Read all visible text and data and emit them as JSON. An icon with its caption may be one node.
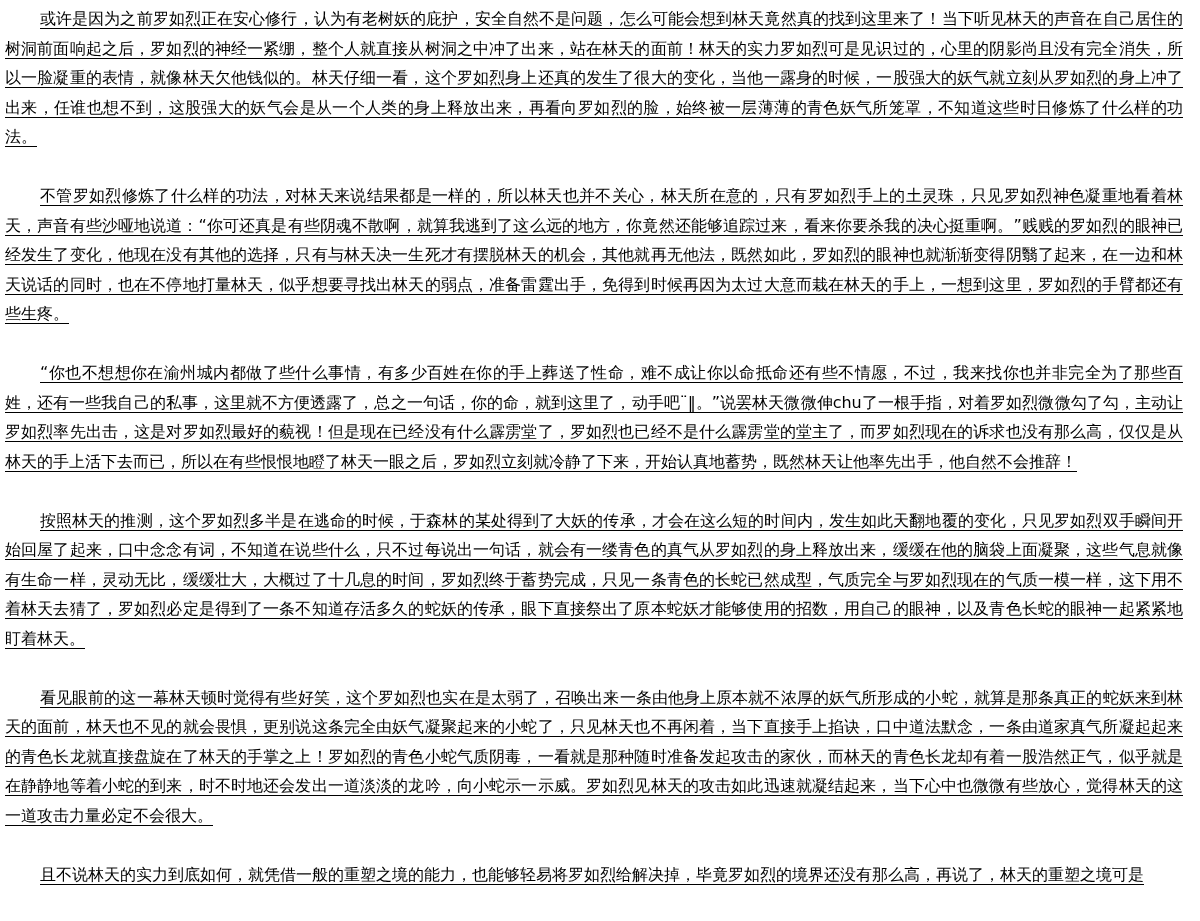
{
  "diagram": {
    "labels": [
      "或许是因为之前罗如烈正在安心修行，认为有老树妖的庇护，安全自然不是问题，怎么可能会想到林天竟然真的找到这里来了！当下听见林天的声音在自己居住的树洞前面响起之后，罗如烈的神经一紧绷，整个人就直接从树洞之中冲了出来，站在林天的面前！林天的实力罗如烈可是见识过的，心里的阴影尚且没有完全消失，所以一脸凝重的表情，就像林天欠他钱似的。林天仔细一看，这个罗如烈身上还真的发生了很大的变化，当他一露身的时候，一股强大的妖气就立刻从罗如烈的身上冲了出来，任谁也想不到，这股强大的妖气会是从一个人类的身上释放出来，再看向罗如烈的脸，始终被一层薄薄的青色妖气所笼罩，不知道这些时日修炼了什么样的功法。",
      "不管罗如烈修炼了什么样的功法，对林天来说结果都是一样的，所以林天也并不关心，林天所在意的，只有罗如烈手上的土灵珠，只见罗如烈神色凝重地看着林天，声音有些沙哑地说道：“你可还真是有些阴魂不散啊，就算我逃到了这么远的地方，你竟然还能够追踪过来，看来你要杀我的决心挺重啊。”贱贱的罗如烈的眼神已经发生了变化，他现在没有其他的选择，只有与林天决一生死才有摆脱林天的机会，其他就再无他法，既然如此，罗如烈的眼神也就渐渐变得阴翳了起来，在一边和林天说话的同时，也在不停地打量林天，似乎想要寻找出林天的弱点，准备雷霆出手，免得到时候再因为太过大意而栽在林天的手上，一想到这里，罗如烈的手臂都还有些生疼。",
      "“你也不想想你在渝州城内都做了些什么事情，有多少百姓在你的手上葬送了性命，难不成让你以命抵命还有些不情愿，不过，我来找你也并非完全为了那些百姓，还有一些我自己的私事，这里就不方便透露了，总之一句话，你的命，就到这里了，动手吧¨‖。”说罢林天微微伸chu了一根手指，对着罗如烈微微勾了勾，主动让罗如烈率先出击，这是对罗如烈最好的藐视！但是现在已经没有什么霹雳堂了，罗如烈也已经不是什么霹雳堂的堂主了，而罗如烈现在的诉求也没有那么高，仅仅是从林天的手上活下去而已，所以在有些恨恨地瞪了林天一眼之后，罗如烈立刻就冷静了下来，开始认真地蓄势，既然林天让他率先出手，他自然不会推辞！",
      "按照林天的推测，这个罗如烈多半是在逃命的时候，于森林的某处得到了大妖的传承，才会在这么短的时间内，发生如此天翻地覆的变化，只见罗如烈双手瞬间开始回屋了起来，口中念念有词，不知道在说些什么，只不过每说出一句话，就会有一缕青色的真气从罗如烈的身上释放出来，缓缓在他的脑袋上面凝聚，这些气息就像有生命一样，灵动无比，缓缓壮大，大概过了十几息的时间，罗如烈终于蓄势完成，只见一条青色的长蛇已然成型，气质完全与罗如烈现在的气质一模一样，这下用不着林天去猜了，罗如烈必定是得到了一条不知道存活多久的蛇妖的传承，眼下直接祭出了原本蛇妖才能够使用的招数，用自己的眼神，以及青色长蛇的眼神一起紧紧地盯着林天。",
      "看见眼前的这一幕林天顿时觉得有些好笑，这个罗如烈也实在是太弱了，召唤出来一条由他身上原本就不浓厚的妖气所形成的小蛇，就算是那条真正的蛇妖来到林天的面前，林天也不见的就会畏惧，更别说这条完全由妖气凝聚起来的小蛇了，只见林天也不再闲着，当下直接手上掐诀，口中道法默念，一条由道家真气所凝起起来的青色长龙就直接盘旋在了林天的手掌之上！罗如烈的青色小蛇气质阴毒，一看就是那种随时准备发起攻击的家伙，而林天的青色长龙却有着一股浩然正气，似乎就是在静静地等着小蛇的到来，时不时地还会发出一道淡淡的龙吟，向小蛇示一示威。罗如烈见林天的攻击如此迅速就凝结起来，当下心中也微微有些放心，觉得林天的这一道攻击力量必定不会很大。",
      "且不说林天的实力到底如何，就凭借一般的重塑之境的能力，也能够轻易将罗如烈给解决掉，毕竟罗如烈的境界还没有那么高，再说了，林天的重塑之境可是"
    ]
  }
}
